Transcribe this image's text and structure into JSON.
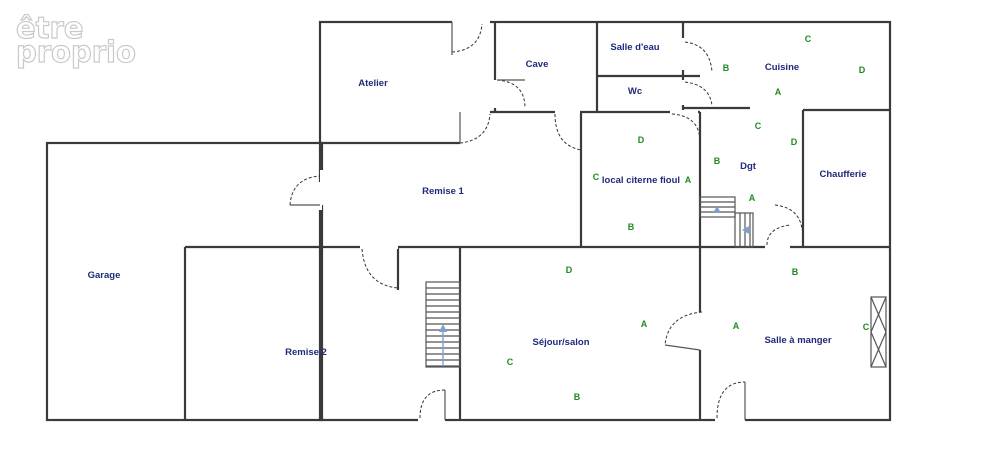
{
  "logo": {
    "line1": "être",
    "line2": "proprio"
  },
  "rooms": [
    {
      "id": "atelier",
      "label": "Atelier"
    },
    {
      "id": "cave",
      "label": "Cave"
    },
    {
      "id": "salle-d-eau",
      "label": "Salle d'eau"
    },
    {
      "id": "wc",
      "label": "Wc"
    },
    {
      "id": "cuisine",
      "label": "Cuisine"
    },
    {
      "id": "remise-1",
      "label": "Remise 1"
    },
    {
      "id": "local-citerne-fioul",
      "label": "local citerne fioul"
    },
    {
      "id": "dgt",
      "label": "Dgt"
    },
    {
      "id": "chaufferie",
      "label": "Chaufferie"
    },
    {
      "id": "garage",
      "label": "Garage"
    },
    {
      "id": "remise-2",
      "label": "Remise 2"
    },
    {
      "id": "sejour-salon",
      "label": "Séjour/salon"
    },
    {
      "id": "salle-a-manger",
      "label": "Salle à manger"
    }
  ],
  "wall_labels": [
    "A",
    "B",
    "C",
    "D"
  ],
  "colors": {
    "room_text": "#1f2a7a",
    "wall_text": "#1f8a1f",
    "walls": "#3a3a3a",
    "stairs_arrow": "#7f9fd0"
  }
}
